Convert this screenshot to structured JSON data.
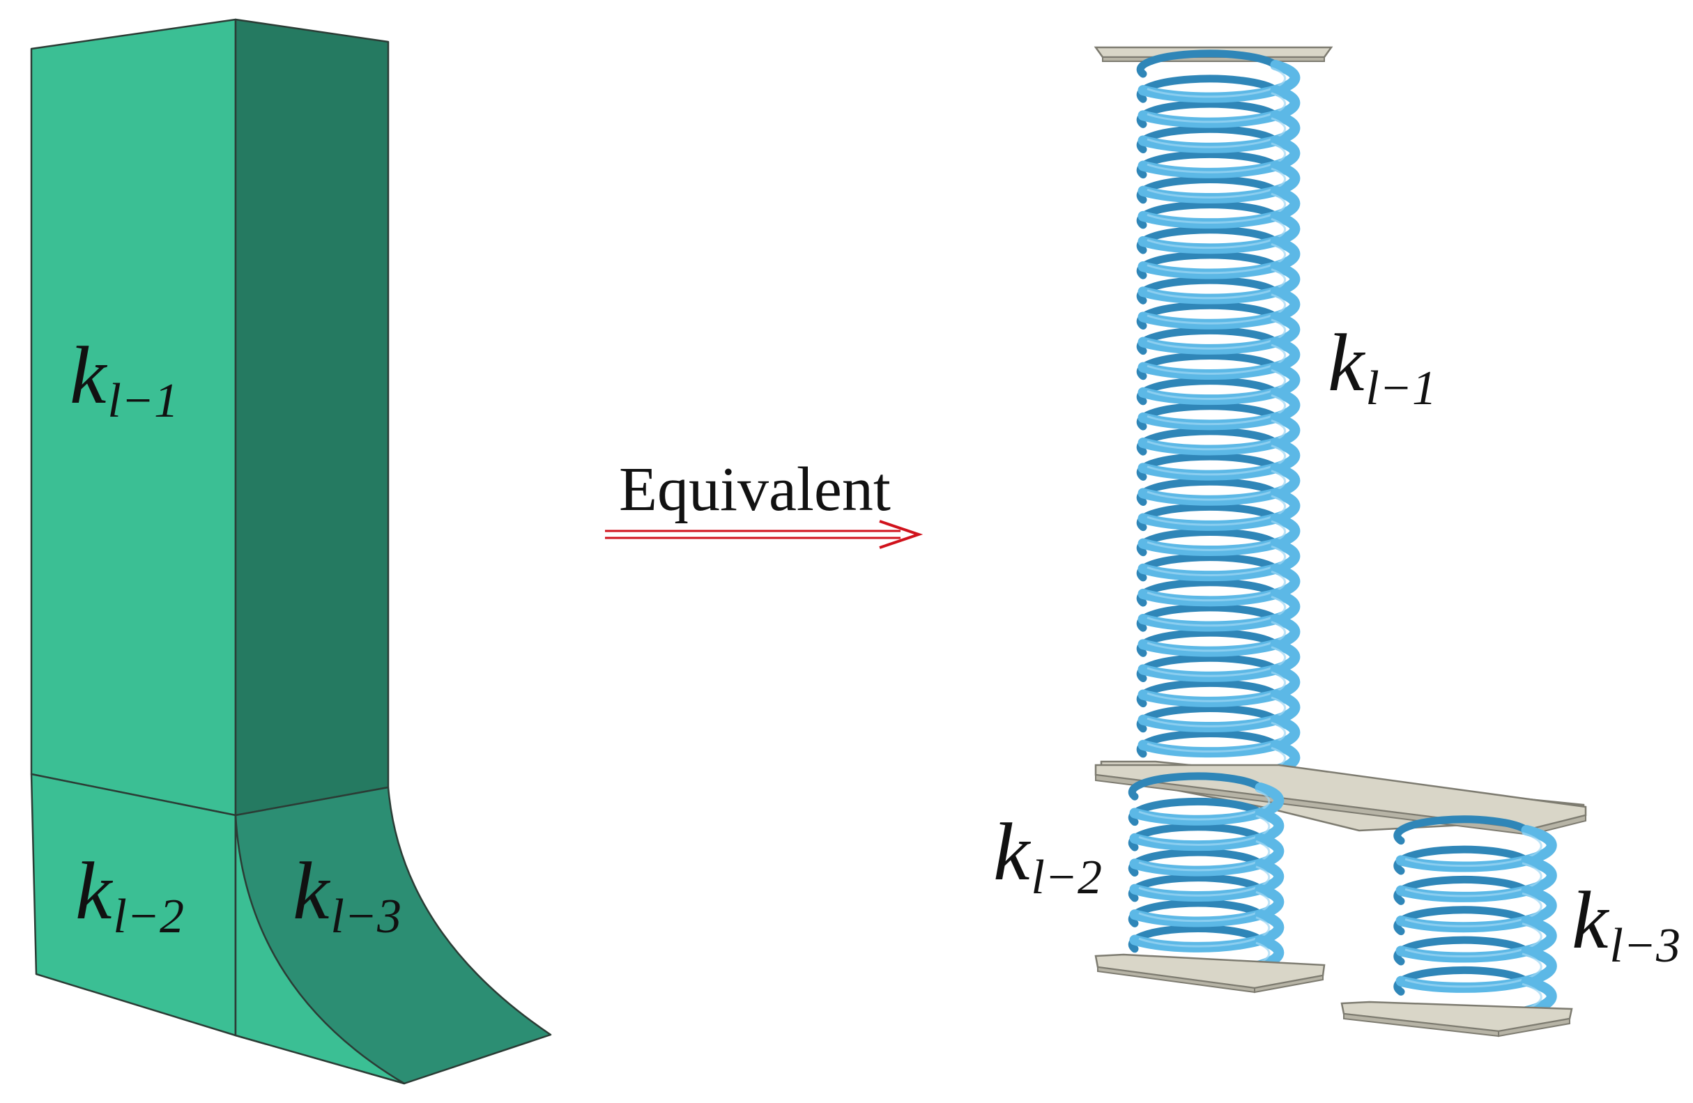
{
  "colors": {
    "solid_front": "#3bbf94",
    "solid_side": "#257a61",
    "solid_fillet": "#2c8e73",
    "spring": "#5cb8e6",
    "spring_dark": "#2f86b8",
    "plate": "#d9d6c8",
    "arrow": "#d0121c"
  },
  "solid": {
    "upper_label": {
      "main": "k",
      "sub": "l−1"
    },
    "lower_left_label": {
      "main": "k",
      "sub": "l−2"
    },
    "lower_right_label": {
      "main": "k",
      "sub": "l−3"
    }
  },
  "arrow": {
    "label": "Equivalent"
  },
  "springs": {
    "upper_label": {
      "main": "k",
      "sub": "l−1"
    },
    "lower_left_label": {
      "main": "k",
      "sub": "l−2"
    },
    "lower_right_label": {
      "main": "k",
      "sub": "l−3"
    },
    "upper_coils": 28,
    "lower_left_coils": 7,
    "lower_right_coils": 6
  }
}
